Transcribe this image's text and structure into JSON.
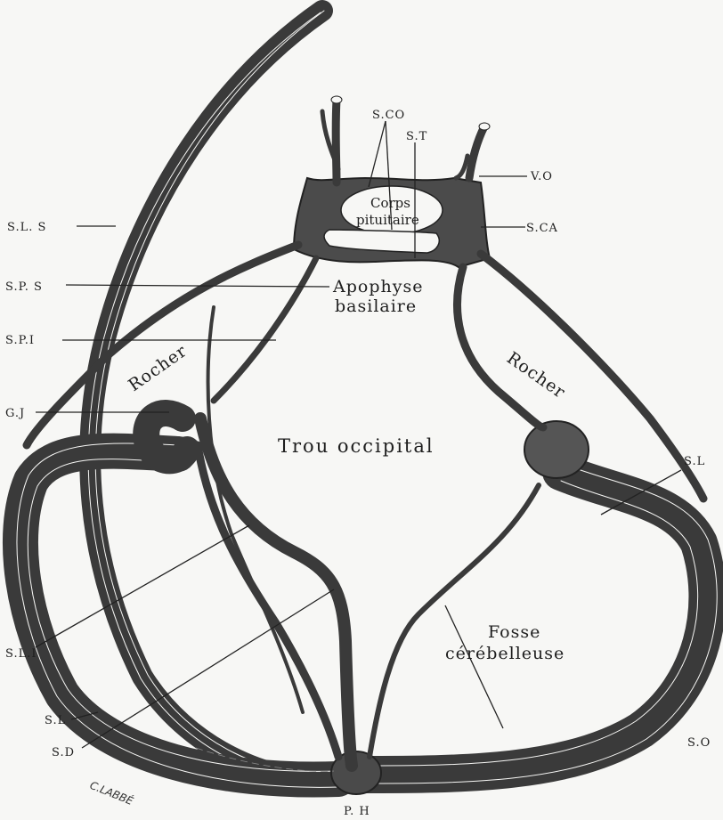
{
  "labels": {
    "sco": "S.CO",
    "st": "S.T",
    "vo": "V.O",
    "sca": "S.CA",
    "sls": "S.L. S",
    "sps": "S.P. S",
    "spi": "S.P.I",
    "gj": "G.J",
    "sl_right": "S.L",
    "sli": "S.L.I",
    "sl_left": "S.L",
    "sd": "S.D",
    "so": "S.O",
    "ph": "P. H"
  },
  "regions": {
    "corps_line1": "Corps",
    "corps_line2": "pituitaire",
    "apophyse_line1": "Apophyse",
    "apophyse_line2": "basilaire",
    "rocher_left": "Rocher",
    "rocher_right": "Rocher",
    "trou": "Trou occipital",
    "fosse_line1": "Fosse",
    "fosse_line2": "cérébelleuse"
  },
  "signature": "C.LABBÉ"
}
